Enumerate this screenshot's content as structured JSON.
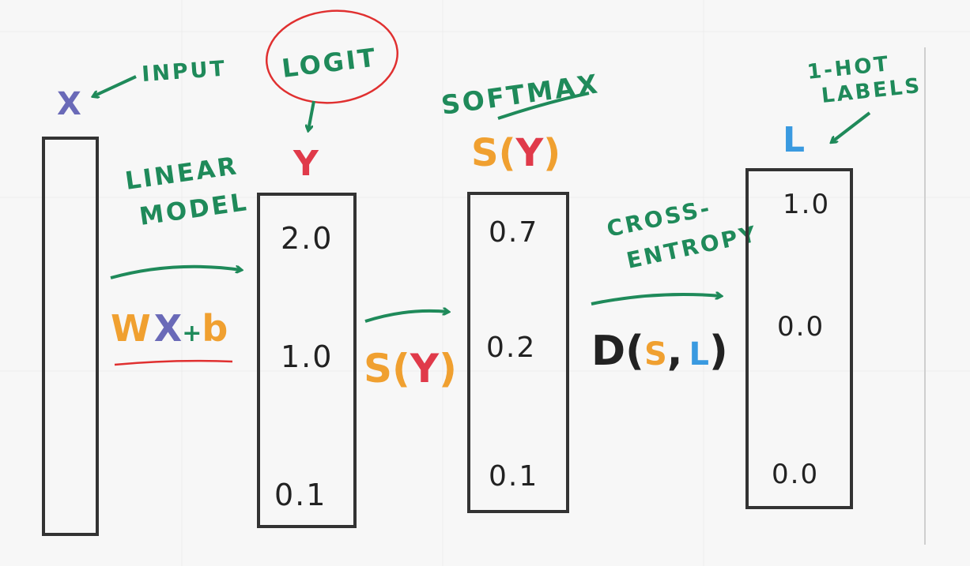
{
  "colors": {
    "green": "#1f8a5a",
    "purple": "#6a6ab8",
    "red": "#e03a4a",
    "orange": "#f0a030",
    "blue": "#3a9ae0",
    "dark": "#222222",
    "circle": "#e03030",
    "underline": "#e03030"
  },
  "input": {
    "symbol": "X",
    "label": "INPUT"
  },
  "linear_model": {
    "label_line1": "LINEAR",
    "label_line2": "MODEL",
    "formula": {
      "w": "W",
      "x": "X",
      "plus": "+",
      "b": "b"
    }
  },
  "logit": {
    "label": "LOGIT",
    "symbol": "Y",
    "values": [
      "2.0",
      "1.0",
      "0.1"
    ]
  },
  "softmax": {
    "label": "SOFTMAX",
    "symbol": {
      "s": "S",
      "open": "(",
      "y": "Y",
      "close": ")"
    },
    "arrow_label": {
      "s": "S",
      "open": "(",
      "y": "Y",
      "close": ")"
    },
    "values": [
      "0.7",
      "0.2",
      "0.1"
    ]
  },
  "cross_entropy": {
    "label_line1": "CROSS-",
    "label_line2": "ENTROPY",
    "formula": {
      "d": "D",
      "open": "(",
      "s": "S",
      "comma": ",",
      "l": "L",
      "close": ")"
    }
  },
  "labels": {
    "label_line1": "1-HOT",
    "label_line2": "LABELS",
    "symbol": "L",
    "values": [
      "1.0",
      "0.0",
      "0.0"
    ]
  }
}
